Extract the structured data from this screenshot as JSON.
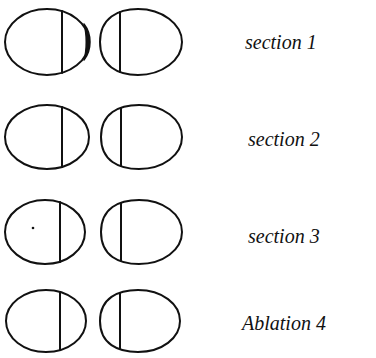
{
  "diagram": {
    "labels": [
      "section 1",
      "section 2",
      "section 3",
      "Ablation 4"
    ]
  }
}
